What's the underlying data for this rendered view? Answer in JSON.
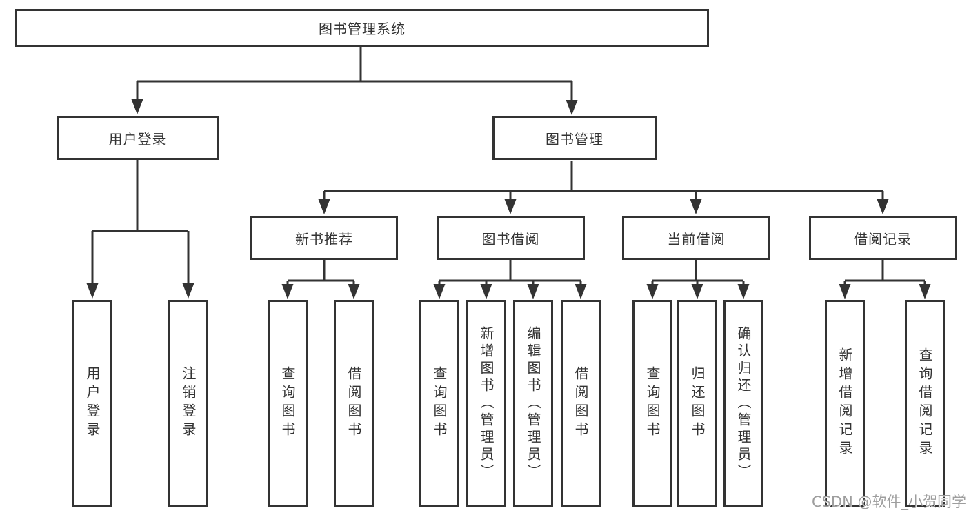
{
  "diagram": {
    "root": {
      "label": "图书管理系统"
    },
    "branches": [
      {
        "label": "用户登录",
        "children": [
          {
            "label": "用户登录"
          },
          {
            "label": "注销登录"
          }
        ]
      },
      {
        "label": "图书管理",
        "children": [
          {
            "label": "新书推荐",
            "children": [
              {
                "label": "查询图书"
              },
              {
                "label": "借阅图书"
              }
            ]
          },
          {
            "label": "图书借阅",
            "children": [
              {
                "label": "查询图书"
              },
              {
                "label": "新增图书（管理员）"
              },
              {
                "label": "编辑图书（管理员）"
              },
              {
                "label": "借阅图书"
              }
            ]
          },
          {
            "label": "当前借阅",
            "children": [
              {
                "label": "查询图书"
              },
              {
                "label": "归还图书"
              },
              {
                "label": "确认归还（管理员）"
              }
            ]
          },
          {
            "label": "借阅记录",
            "children": [
              {
                "label": "新增借阅记录"
              },
              {
                "label": "查询借阅记录"
              }
            ]
          }
        ]
      }
    ]
  },
  "watermark": "CSDN @软件_小贺同学",
  "colors": {
    "line": "#333333",
    "text": "#333333",
    "background": "#ffffff",
    "watermark": "#9e9e9e"
  }
}
